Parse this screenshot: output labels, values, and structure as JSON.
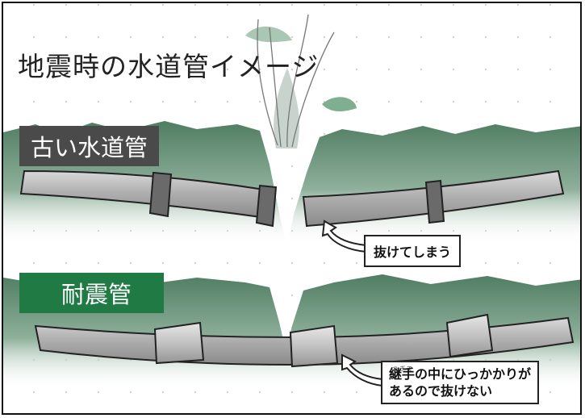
{
  "title": "地震時の水道管イメージ",
  "sections": {
    "old_pipe": {
      "label": "古い水道管",
      "callout": "抜けてしまう"
    },
    "quake_resistant_pipe": {
      "label": "耐震管",
      "callout_ruby": "つぎて",
      "callout_line1": "継手の中にひっかかりが",
      "callout_line2": "あるので抜けない"
    }
  },
  "colors": {
    "ground": "#5f8a6e",
    "pipe": "#b3b3b3",
    "joint_old": "#6e6e6e",
    "label_old_bg": "#4a4a4a",
    "label_new_bg": "#1f7a44"
  }
}
